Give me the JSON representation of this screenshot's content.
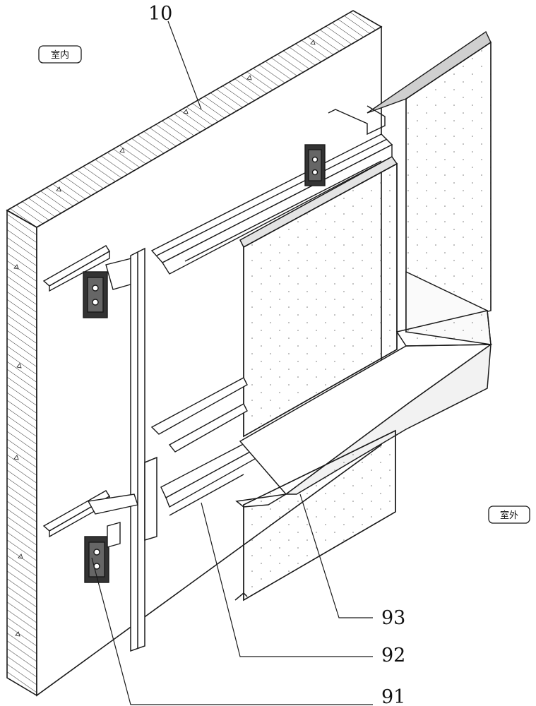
{
  "labels": {
    "indoor": "室内",
    "outdoor": "室外"
  },
  "reference_numerals": {
    "wall": "10",
    "bracket": "91",
    "beam": "92",
    "tray": "93"
  },
  "colors": {
    "line": "#1a1a1a",
    "panel_fill": "#f7f7f7",
    "wall_fill": "#ffffff"
  }
}
